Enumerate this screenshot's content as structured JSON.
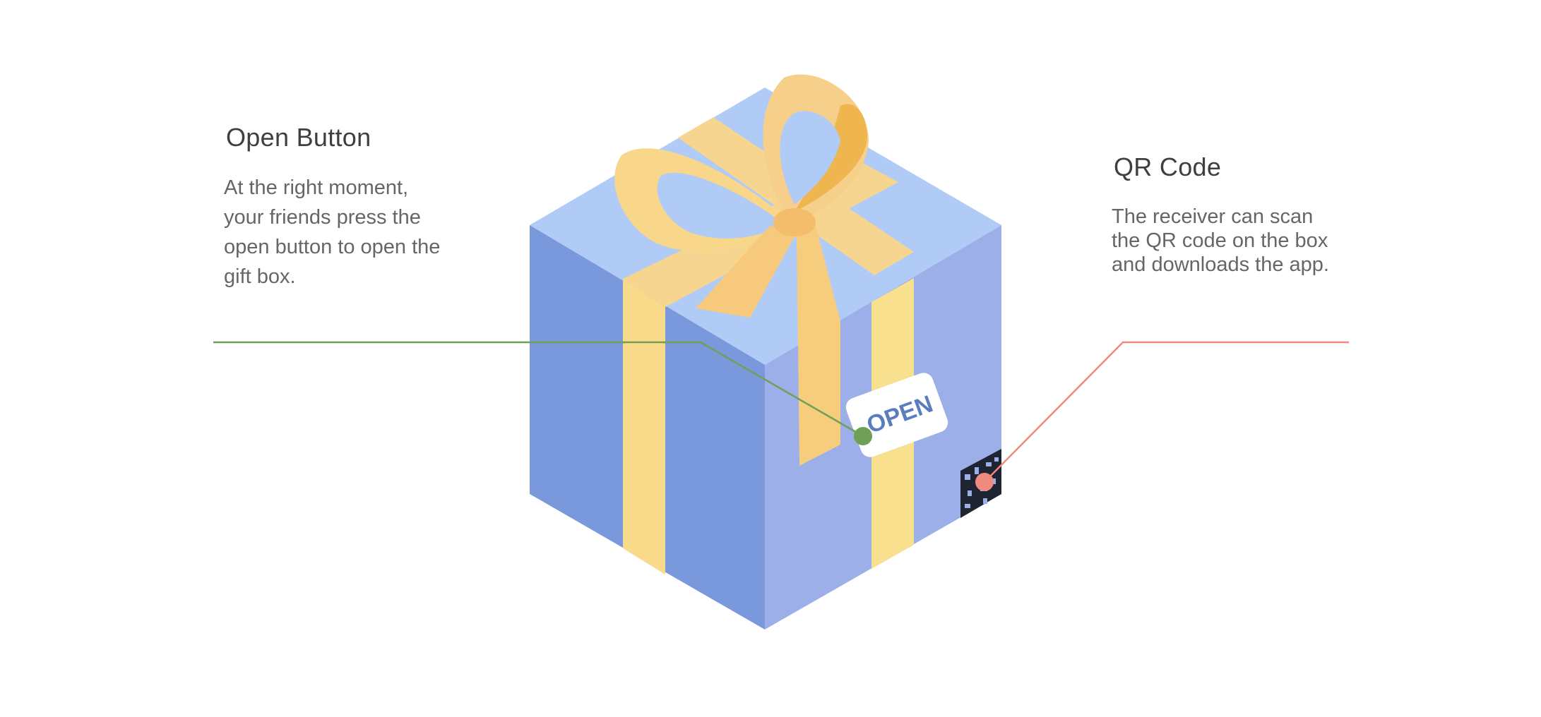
{
  "callouts": {
    "open_button": {
      "title": "Open Button",
      "description": "At the right moment,\nyour friends press the\nopen button to open the\ngift box.",
      "color": "#6fa056"
    },
    "qr_code": {
      "title": "QR Code",
      "description": "The receiver can  scan\nthe QR code on the box\nand downloads the app.",
      "color": "#ef8a80"
    }
  },
  "box": {
    "tag_label": "OPEN",
    "colors": {
      "top": "#b1cbf7",
      "left": "#7a98dc",
      "right": "#9dafe8",
      "ribbon": "#f9da8a",
      "bow": "#f6c97c",
      "bow_dark": "#efb64f",
      "tag_text": "#5a7dbd"
    }
  }
}
